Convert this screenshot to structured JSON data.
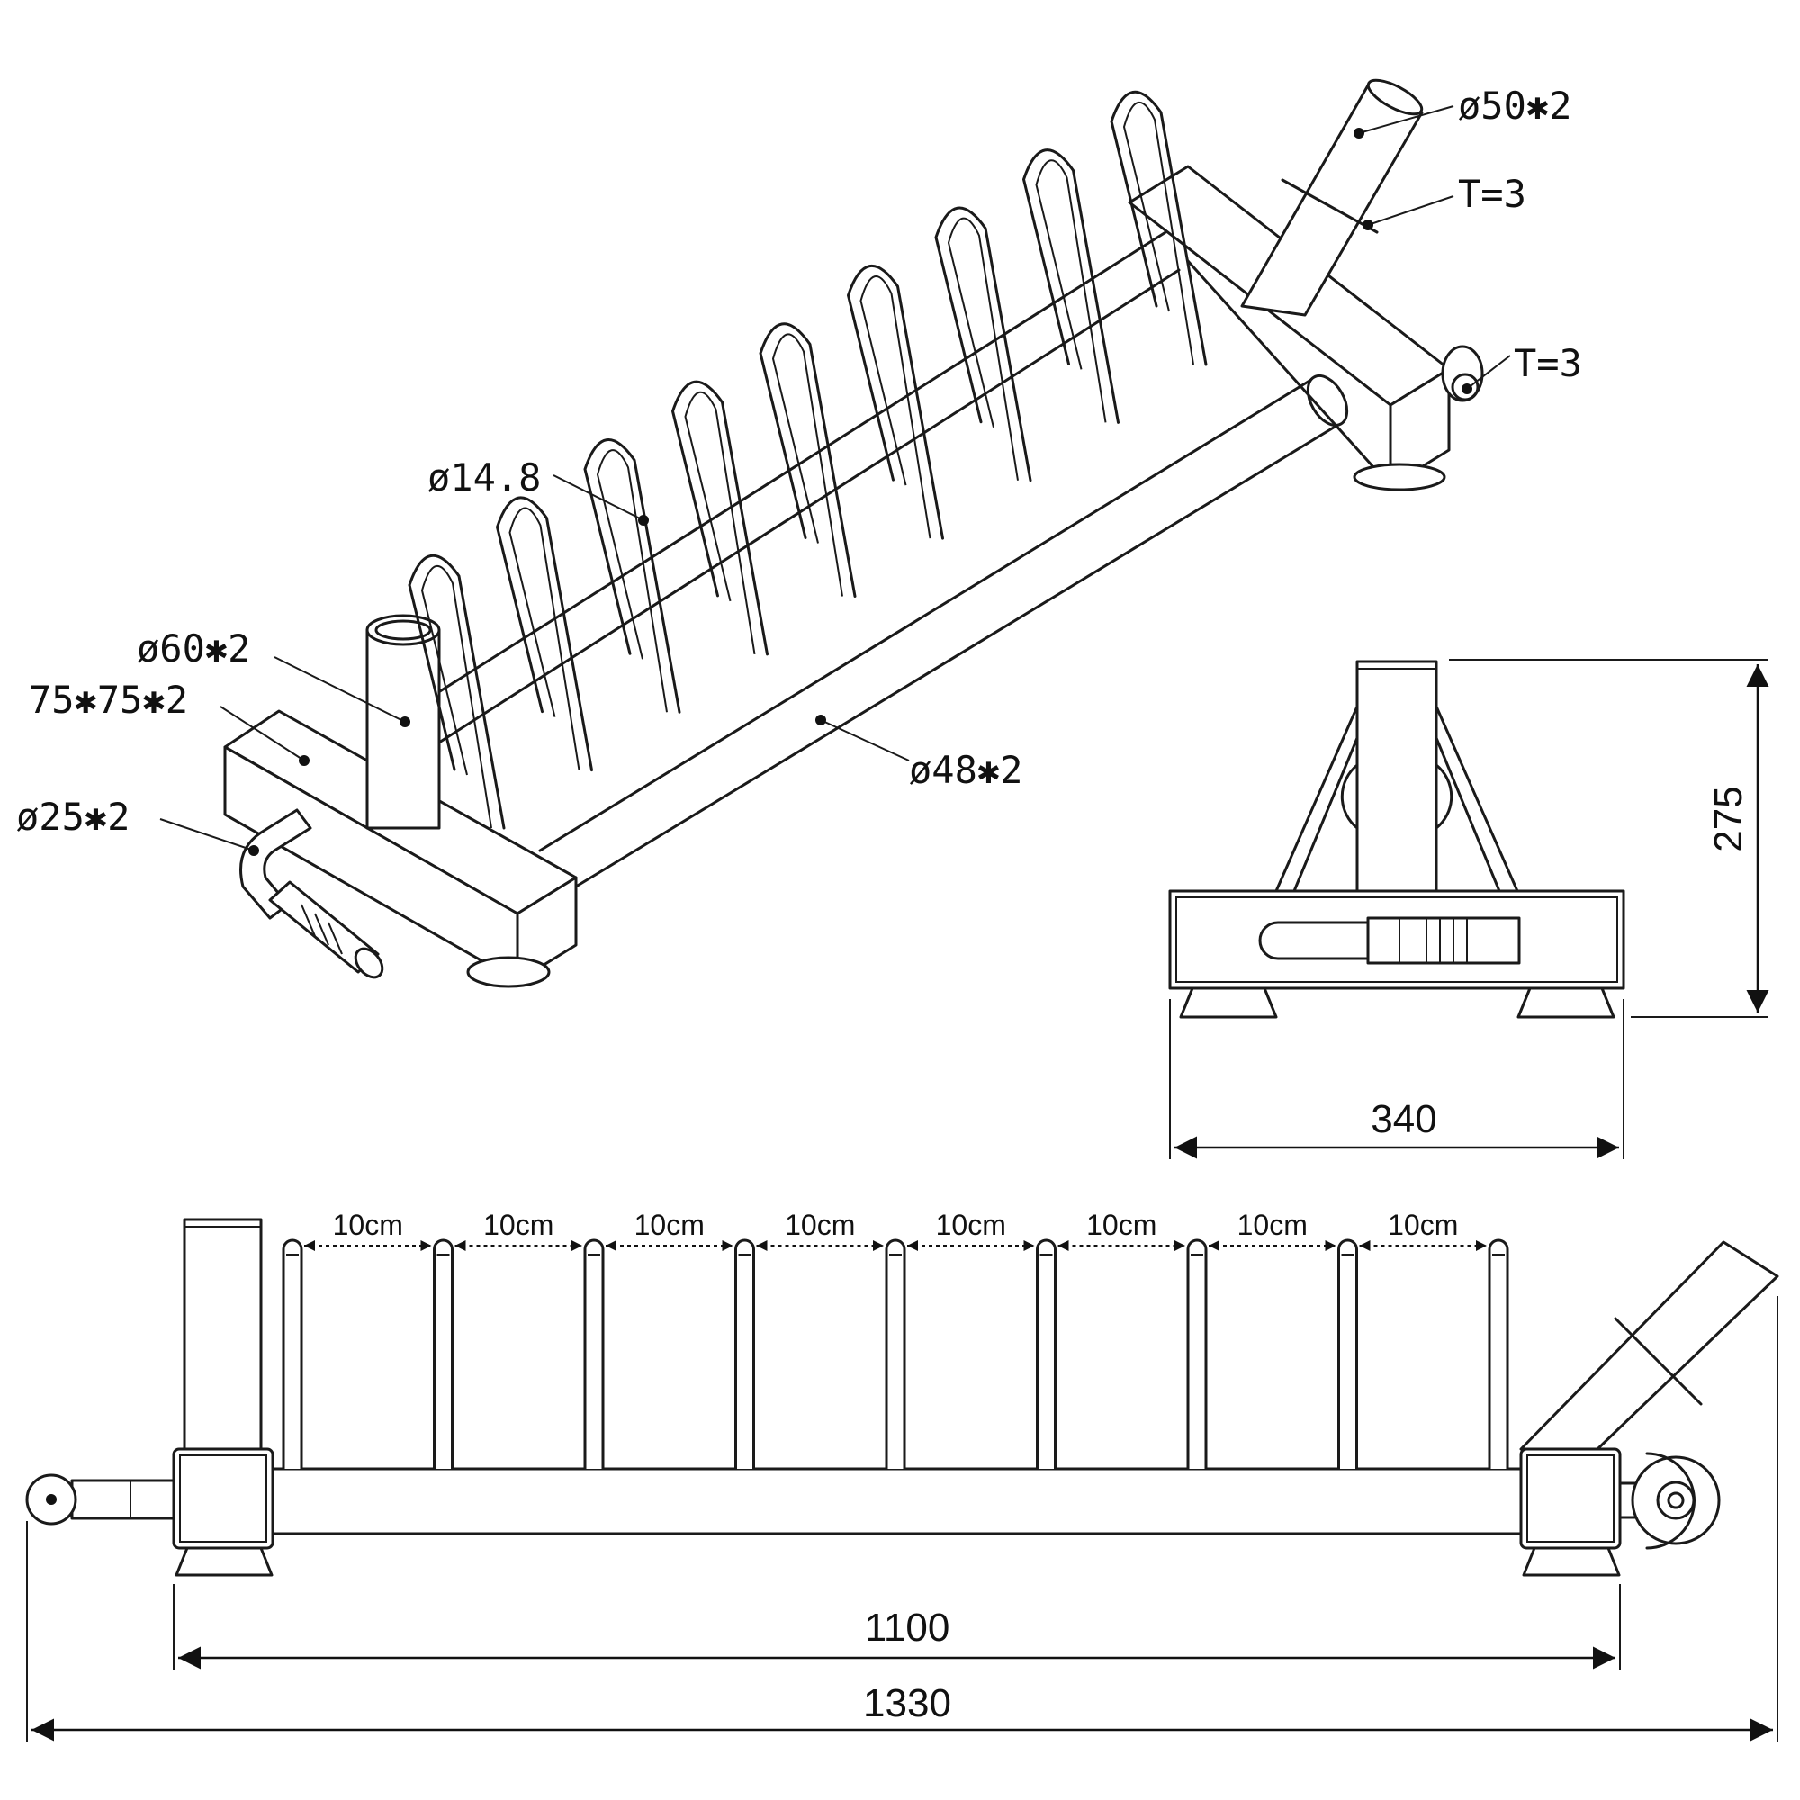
{
  "callouts": {
    "top_tube": "ø50✱2",
    "plate_thickness_top": "T=3",
    "plate_thickness_wheel": "T=3",
    "rod": "ø14.8",
    "post_left": "ø60✱2",
    "square_tube": "75✱75✱2",
    "handle": "ø25✱2",
    "long_tube": "ø48✱2"
  },
  "end_view": {
    "height": "275",
    "width": "340"
  },
  "side_view": {
    "spacings": [
      "10cm",
      "10cm",
      "10cm",
      "10cm",
      "10cm",
      "10cm",
      "10cm",
      "10cm"
    ],
    "inner_length": "1100",
    "overall_length": "1330"
  }
}
